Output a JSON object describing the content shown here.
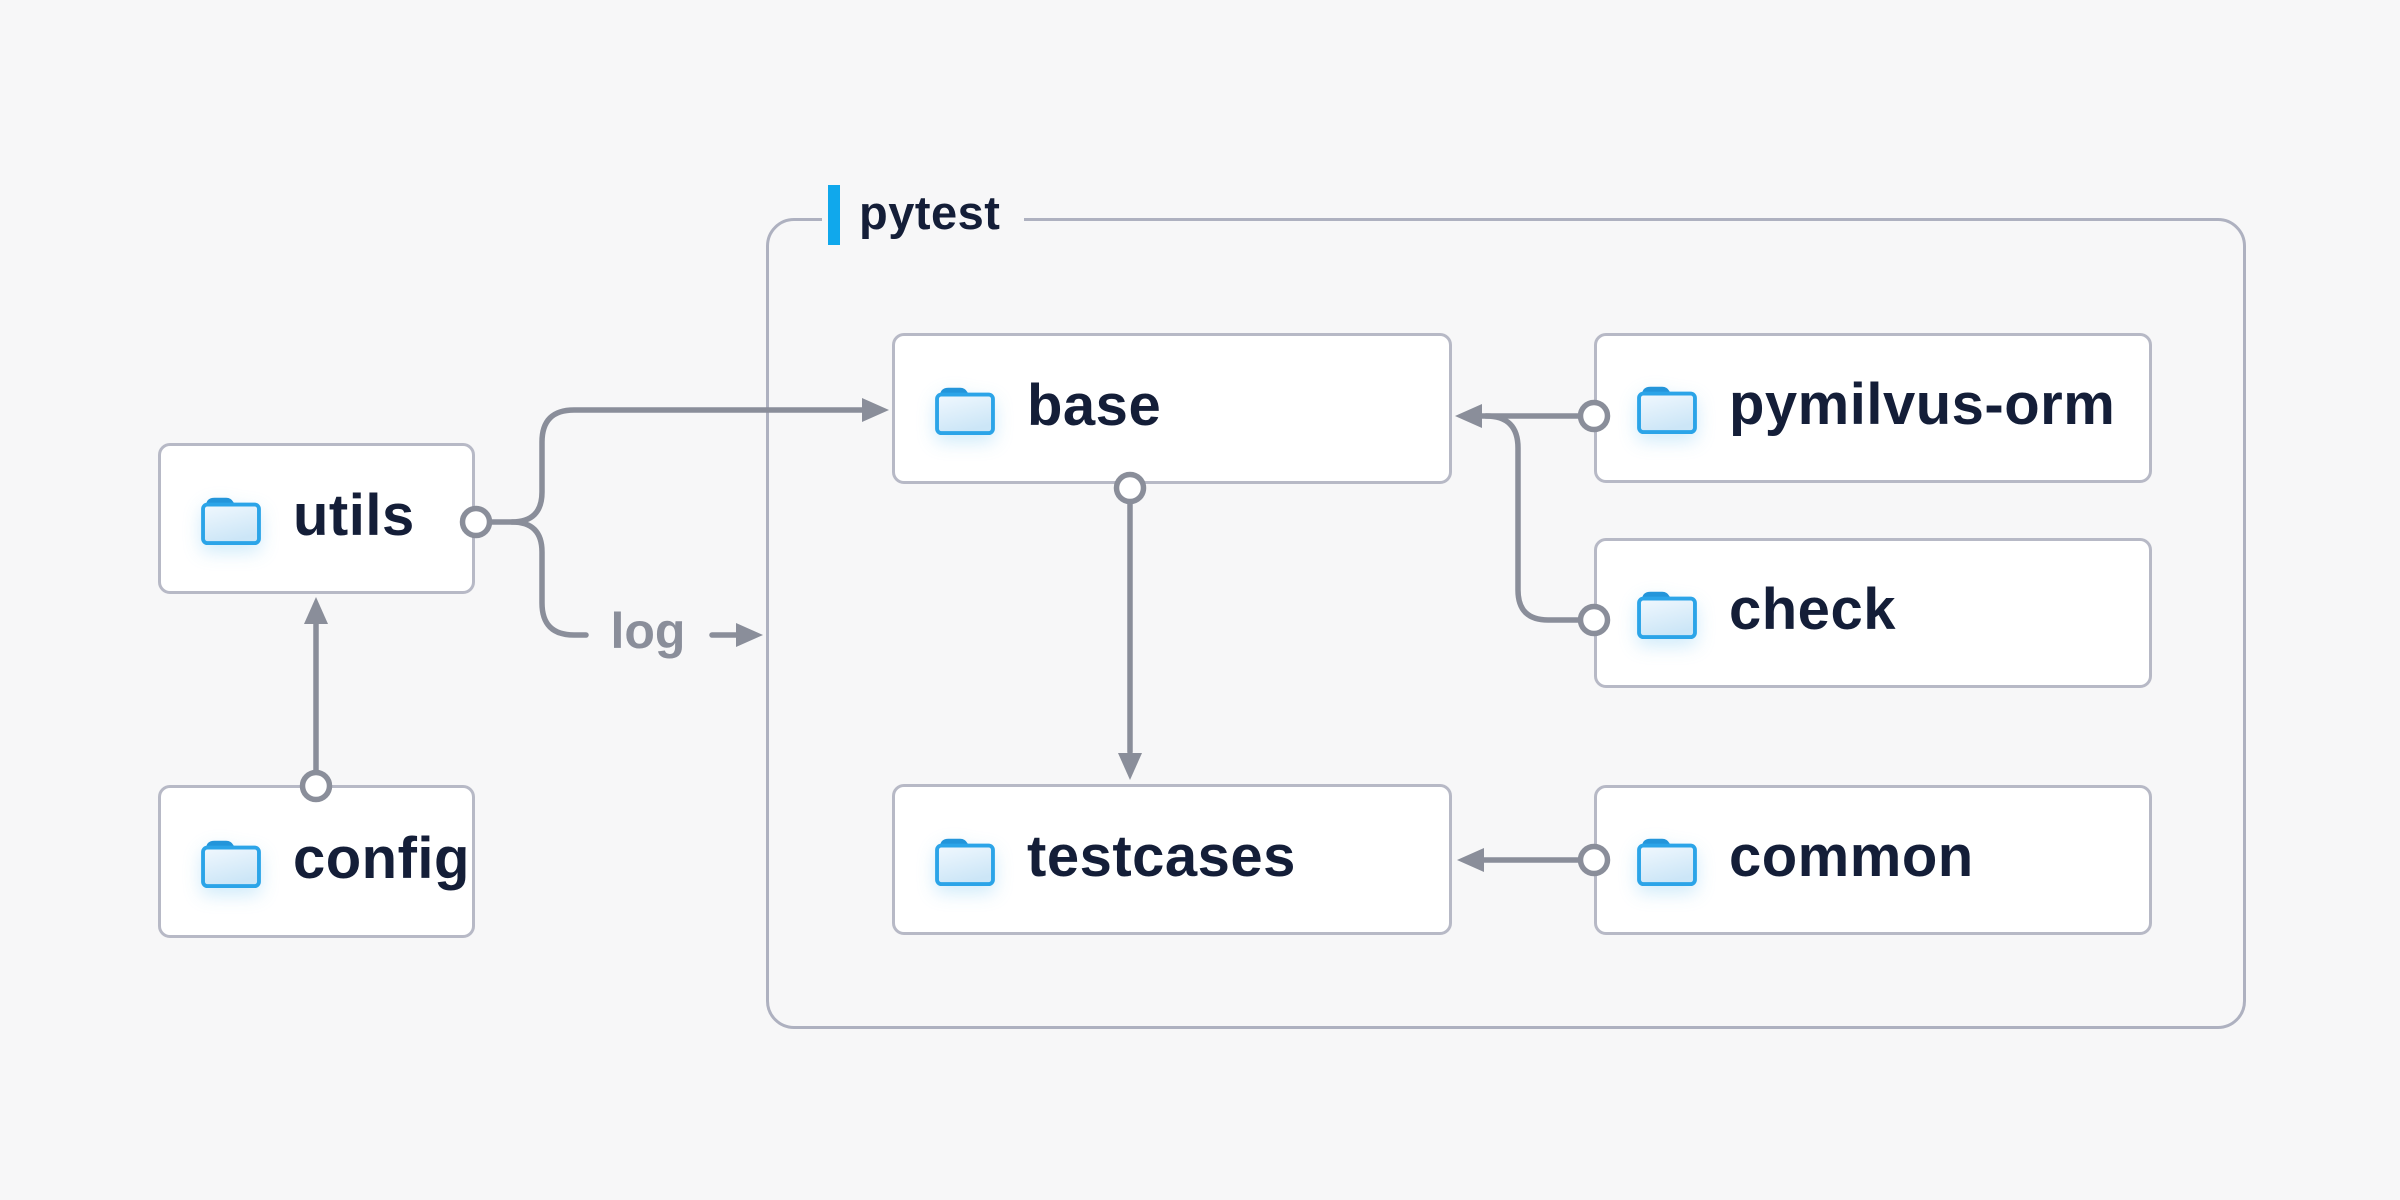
{
  "diagram": {
    "background": "#f7f7f8",
    "container": {
      "label": "pytest",
      "accent_color": "#10a8ec"
    },
    "nodes": {
      "utils": {
        "label": "utils"
      },
      "config": {
        "label": "config"
      },
      "base": {
        "label": "base"
      },
      "pymilvus_orm": {
        "label": "pymilvus-orm"
      },
      "check": {
        "label": "check"
      },
      "testcases": {
        "label": "testcases"
      },
      "common": {
        "label": "common"
      }
    },
    "edge_label": {
      "log": "log"
    },
    "edges": [
      {
        "from": "config",
        "to": "utils"
      },
      {
        "from": "utils",
        "to": "base"
      },
      {
        "from": "utils",
        "to": "pytest",
        "label": "log"
      },
      {
        "from": "pymilvus-orm",
        "to": "base"
      },
      {
        "from": "check",
        "to": "base"
      },
      {
        "from": "base",
        "to": "testcases"
      },
      {
        "from": "common",
        "to": "testcases"
      }
    ],
    "colors": {
      "node_text": "#141e38",
      "connector_gray": "#8a8e9a",
      "box_border": "#b7b9c6",
      "container_border": "#aeb1c0",
      "folder_blue": "#2ba4e8",
      "folder_tab_blue": "#2395da"
    },
    "icons": {
      "node_icon": "folder-icon"
    }
  }
}
